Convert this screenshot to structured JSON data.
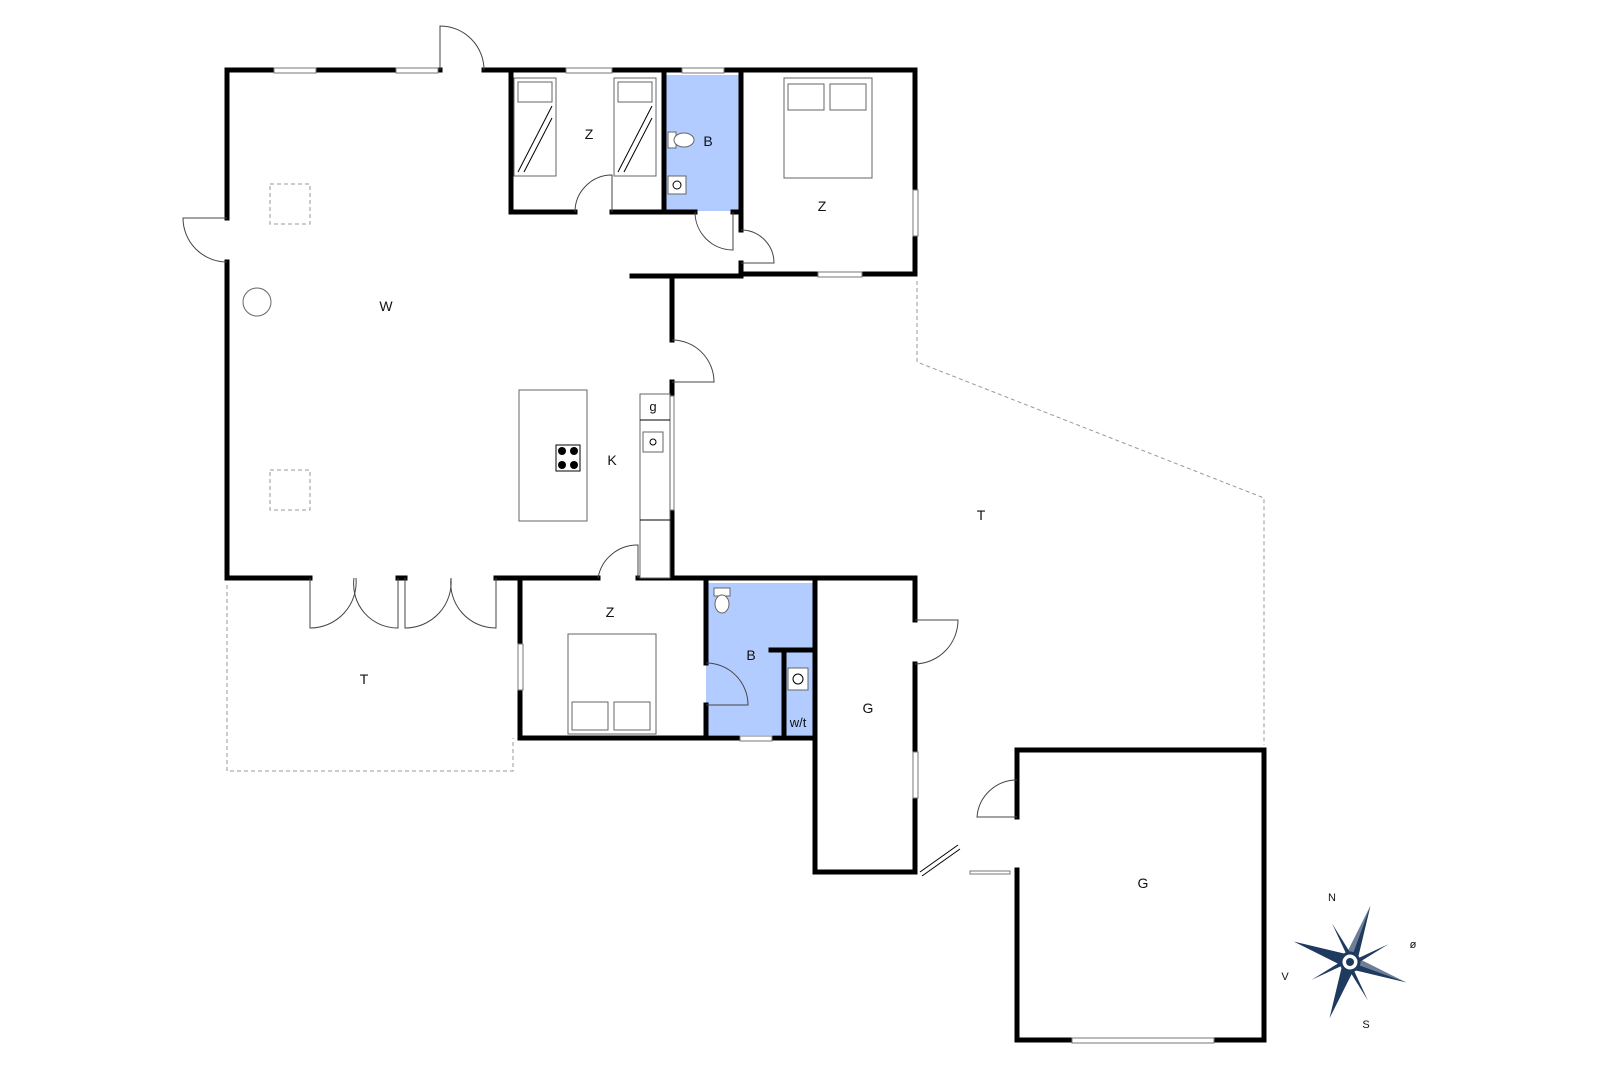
{
  "rooms": {
    "living": "W",
    "kitchen": "K",
    "bedroom_bunk": "Z",
    "bath_top": "B",
    "bedroom_top_right": "Z",
    "bedroom_bottom": "Z",
    "bath_bottom": "B",
    "storage": "G",
    "garage": "G",
    "terrace_right": "T",
    "terrace_left": "T"
  },
  "fixtures": {
    "kitchen_g": "g",
    "wt": "w/t"
  },
  "compass": {
    "north": "N",
    "east": "ø",
    "south": "S",
    "west": "V",
    "accent_color": "#1f3a5f"
  },
  "colors": {
    "bathroom_fill": "#b3ccff",
    "wall": "#000000"
  }
}
